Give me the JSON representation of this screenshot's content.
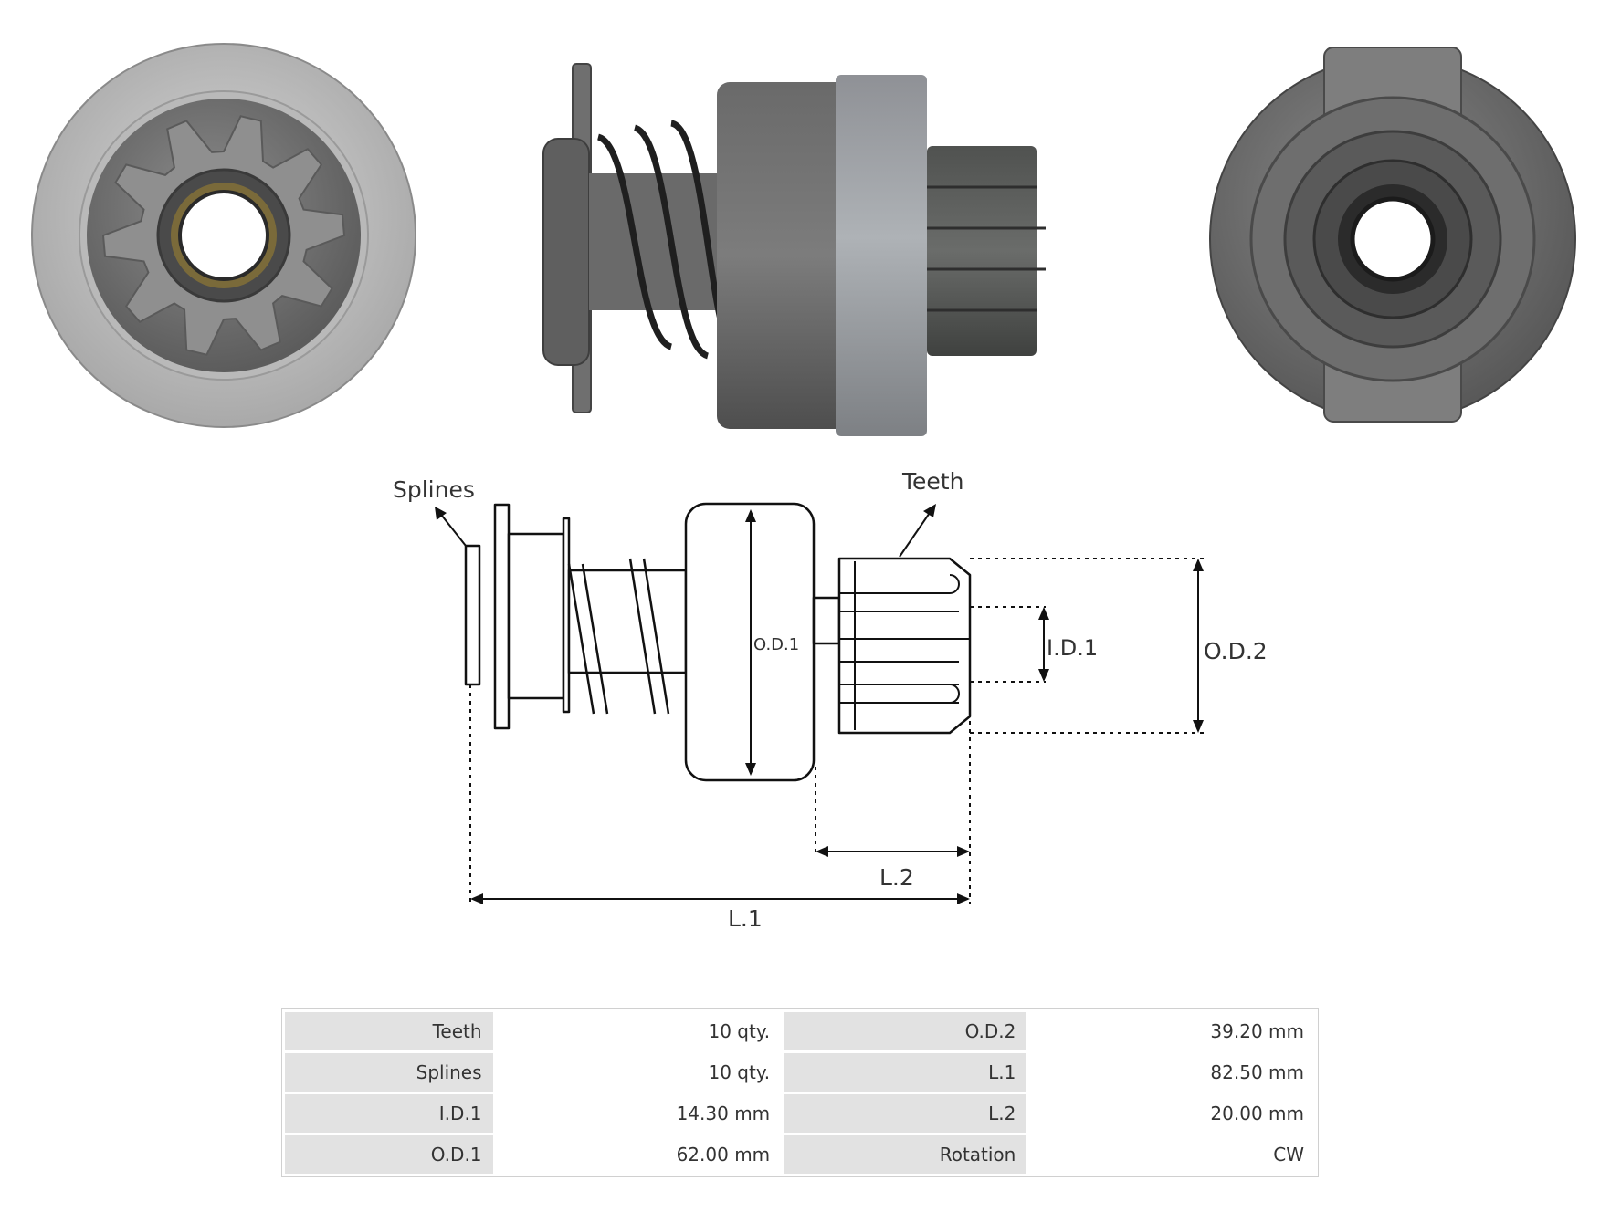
{
  "diagram": {
    "labels": {
      "splines": "Splines",
      "teeth": "Teeth",
      "od1": "O.D.1",
      "id1": "I.D.1",
      "od2": "O.D.2",
      "l1": "L.1",
      "l2": "L.2"
    }
  },
  "specs": {
    "rows": [
      {
        "k1": "Teeth",
        "v1": "10 qty.",
        "k2": "O.D.2",
        "v2": "39.20 mm"
      },
      {
        "k1": "Splines",
        "v1": "10 qty.",
        "k2": "L.1",
        "v2": "82.50 mm"
      },
      {
        "k1": "I.D.1",
        "v1": "14.30 mm",
        "k2": "L.2",
        "v2": "20.00 mm"
      },
      {
        "k1": "O.D.1",
        "v1": "62.00 mm",
        "k2": "Rotation",
        "v2": "CW"
      }
    ]
  },
  "colors": {
    "metal_light": "#c9c9c9",
    "metal_dark": "#5e5e5e",
    "line": "#111111",
    "table_key_bg": "#e2e2e2"
  }
}
